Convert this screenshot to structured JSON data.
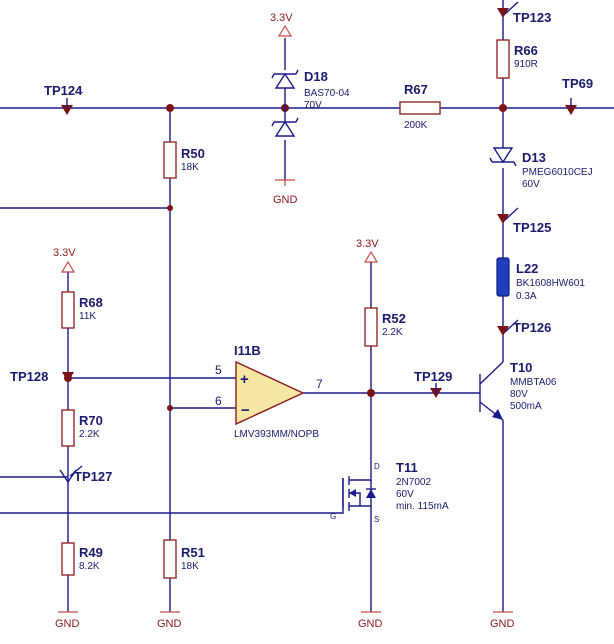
{
  "power": {
    "rail_label": "3.3V",
    "ground_label": "GND"
  },
  "test_points": {
    "tp123": "TP123",
    "tp124": "TP124",
    "tp69": "TP69",
    "tp125": "TP125",
    "tp126": "TP126",
    "tp128": "TP128",
    "tp129": "TP129",
    "tp127": "TP127"
  },
  "components": {
    "d18": {
      "ref": "D18",
      "part": "BAS70-04",
      "rating": "70V"
    },
    "r67": {
      "ref": "R67",
      "value": "200K"
    },
    "r66": {
      "ref": "R66",
      "value": "910R"
    },
    "d13": {
      "ref": "D13",
      "part": "PMEG6010CEJ",
      "rating": "60V"
    },
    "l22": {
      "ref": "L22",
      "part": "BK1608HW601",
      "rating": "0.3A"
    },
    "r50": {
      "ref": "R50",
      "value": "18K"
    },
    "r68": {
      "ref": "R68",
      "value": "11K"
    },
    "r52": {
      "ref": "R52",
      "value": "2.2K"
    },
    "i11b": {
      "ref": "I11B",
      "part": "LMV393MM/NOPB",
      "pin_in_plus": "5",
      "pin_in_minus": "6",
      "pin_out": "7"
    },
    "t10": {
      "ref": "T10",
      "part": "MMBTA06",
      "voltage": "80V",
      "current": "500mA"
    },
    "r70": {
      "ref": "R70",
      "value": "2.2K"
    },
    "t11": {
      "ref": "T11",
      "part": "2N7002",
      "voltage": "60V",
      "current": "min. 115mA",
      "pin_d": "D",
      "pin_g": "G",
      "pin_s": "S"
    },
    "r49": {
      "ref": "R49",
      "value": "8.2K"
    },
    "r51": {
      "ref": "R51",
      "value": "18K"
    }
  }
}
